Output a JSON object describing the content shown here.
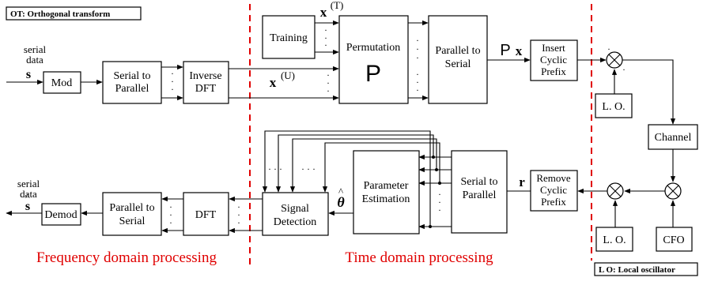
{
  "notes": {
    "ot": "OT: Orthogonal transform",
    "lo": "L O: Local oscillator"
  },
  "regions": {
    "frequency": "Frequency domain processing",
    "time": "Time domain processing"
  },
  "blocks": {
    "mod": "Mod",
    "s2p_tx": [
      "Serial to",
      "Parallel"
    ],
    "idft": [
      "Inverse",
      "DFT"
    ],
    "training": "Training",
    "permutation": "Permutation",
    "perm_symbol": "P",
    "p2s_tx": [
      "Parallel to",
      "Serial"
    ],
    "insert_cp": [
      "Insert",
      "Cyclic",
      "Prefix"
    ],
    "lo_tx": "L. O.",
    "channel": "Channel",
    "remove_cp": [
      "Remove",
      "Cyclic",
      "Prefix"
    ],
    "lo_rx": "L. O.",
    "cfo": "CFO",
    "s2p_rx": [
      "Serial to",
      "Parallel"
    ],
    "param_est": [
      "Parameter",
      "Estimation"
    ],
    "signal_det": [
      "Signal",
      "Detection"
    ],
    "dft": "DFT",
    "p2s_rx": [
      "Parallel to",
      "Serial"
    ],
    "demod": "Demod"
  },
  "signals": {
    "serial_in": [
      "serial",
      "data"
    ],
    "s": "s",
    "x_t": "x",
    "x_t_sup": "(T)",
    "x_u": "x",
    "x_u_sup": "(U)",
    "px_p": "P",
    "px_x": "x",
    "r": "r",
    "theta": "θ",
    "serial_out": [
      "serial",
      "data"
    ],
    "s_hat": "s"
  }
}
